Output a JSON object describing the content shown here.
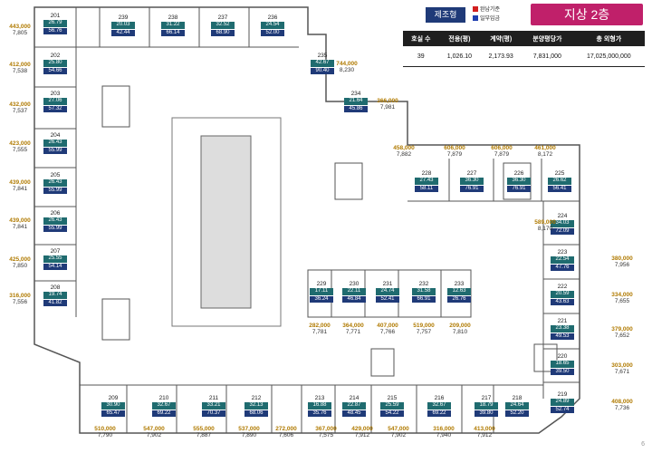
{
  "header": {
    "type_badge": "제조형",
    "legend": [
      {
        "label": "완납기준",
        "color": "#d21f1f"
      },
      {
        "label": "일부입금",
        "color": "#1f3fb0"
      }
    ],
    "floor_title": "지상 2층"
  },
  "summary": {
    "headers": [
      "호실 수",
      "전용(평)",
      "계약(평)",
      "분양평당가",
      "총 외형가"
    ],
    "row": [
      "39",
      "1,026.10",
      "2,173.93",
      "7,831,000",
      "17,025,000,000"
    ]
  },
  "units": [
    {
      "no": "201",
      "a": "26.79",
      "b": "56.76"
    },
    {
      "no": "202",
      "a": "25.80",
      "b": "54.66"
    },
    {
      "no": "203",
      "a": "27.06",
      "b": "57.32"
    },
    {
      "no": "204",
      "a": "26.43",
      "b": "55.99"
    },
    {
      "no": "205",
      "a": "26.43",
      "b": "55.99"
    },
    {
      "no": "206",
      "a": "26.43",
      "b": "55.99"
    },
    {
      "no": "207",
      "a": "25.55",
      "b": "54.14"
    },
    {
      "no": "208",
      "a": "19.74",
      "b": "41.82"
    },
    {
      "no": "239",
      "a": "20.03",
      "b": "42.44"
    },
    {
      "no": "238",
      "a": "31.22",
      "b": "66.14"
    },
    {
      "no": "237",
      "a": "32.52",
      "b": "68.90"
    },
    {
      "no": "236",
      "a": "24.54",
      "b": "52.00"
    },
    {
      "no": "235",
      "a": "42.67",
      "b": "90.40"
    },
    {
      "no": "234",
      "a": "21.64",
      "b": "45.86"
    },
    {
      "no": "228",
      "a": "27.43",
      "b": "58.11"
    },
    {
      "no": "227",
      "a": "36.30",
      "b": "76.91"
    },
    {
      "no": "226",
      "a": "36.30",
      "b": "76.91"
    },
    {
      "no": "225",
      "a": "26.62",
      "b": "56.41"
    },
    {
      "no": "224",
      "a": "34.03",
      "b": "72.09"
    },
    {
      "no": "223",
      "a": "22.54",
      "b": "47.76"
    },
    {
      "no": "222",
      "a": "20.59",
      "b": "43.63"
    },
    {
      "no": "221",
      "a": "23.38",
      "b": "49.53"
    },
    {
      "no": "220",
      "a": "18.65",
      "b": "39.50"
    },
    {
      "no": "219",
      "a": "24.89",
      "b": "52.74"
    },
    {
      "no": "229",
      "a": "17.11",
      "b": "36.24"
    },
    {
      "no": "230",
      "a": "22.11",
      "b": "46.84"
    },
    {
      "no": "231",
      "a": "24.74",
      "b": "52.41"
    },
    {
      "no": "232",
      "a": "31.58",
      "b": "66.91"
    },
    {
      "no": "233",
      "a": "12.63",
      "b": "26.76"
    },
    {
      "no": "209",
      "a": "30.90",
      "b": "65.47"
    },
    {
      "no": "210",
      "a": "32.67",
      "b": "69.22"
    },
    {
      "no": "211",
      "a": "33.21",
      "b": "70.37"
    },
    {
      "no": "212",
      "a": "32.13",
      "b": "68.06"
    },
    {
      "no": "213",
      "a": "16.88",
      "b": "35.76"
    },
    {
      "no": "214",
      "a": "22.87",
      "b": "48.45"
    },
    {
      "no": "215",
      "a": "25.59",
      "b": "54.22"
    },
    {
      "no": "216",
      "a": "32.67",
      "b": "69.22"
    },
    {
      "no": "217",
      "a": "18.79",
      "b": "39.80"
    },
    {
      "no": "218",
      "a": "24.64",
      "b": "52.20"
    }
  ],
  "prices": [
    {
      "p": "443,000",
      "q": "7,805"
    },
    {
      "p": "412,000",
      "q": "7,538"
    },
    {
      "p": "432,000",
      "q": "7,537"
    },
    {
      "p": "423,000",
      "q": "7,555"
    },
    {
      "p": "439,000",
      "q": "7,841"
    },
    {
      "p": "439,000",
      "q": "7,841"
    },
    {
      "p": "425,000",
      "q": "7,850"
    },
    {
      "p": "316,000",
      "q": "7,556"
    },
    {
      "p": "744,000",
      "q": "8,230"
    },
    {
      "p": "366,000",
      "q": "7,981"
    },
    {
      "p": "458,000",
      "q": "7,882"
    },
    {
      "p": "606,000",
      "q": "7,879"
    },
    {
      "p": "606,000",
      "q": "7,879"
    },
    {
      "p": "461,000",
      "q": "8,172"
    },
    {
      "p": "589,000",
      "q": "8,170"
    },
    {
      "p": "380,000",
      "q": "7,956"
    },
    {
      "p": "334,000",
      "q": "7,655"
    },
    {
      "p": "379,000",
      "q": "7,652"
    },
    {
      "p": "303,000",
      "q": "7,671"
    },
    {
      "p": "408,000",
      "q": "7,736"
    },
    {
      "p": "282,000",
      "q": "7,781"
    },
    {
      "p": "364,000",
      "q": "7,771"
    },
    {
      "p": "407,000",
      "q": "7,766"
    },
    {
      "p": "519,000",
      "q": "7,757"
    },
    {
      "p": "209,000",
      "q": "7,810"
    },
    {
      "p": "510,000",
      "q": "7,790"
    },
    {
      "p": "547,000",
      "q": "7,902"
    },
    {
      "p": "555,000",
      "q": "7,887"
    },
    {
      "p": "537,000",
      "q": "7,890"
    },
    {
      "p": "272,000",
      "q": "7,606"
    },
    {
      "p": "367,000",
      "q": "7,575"
    },
    {
      "p": "429,000",
      "q": "7,912"
    },
    {
      "p": "547,000",
      "q": "7,902"
    },
    {
      "p": "316,000",
      "q": "7,940"
    },
    {
      "p": "413,000",
      "q": "7,912"
    }
  ],
  "page_number": "6"
}
